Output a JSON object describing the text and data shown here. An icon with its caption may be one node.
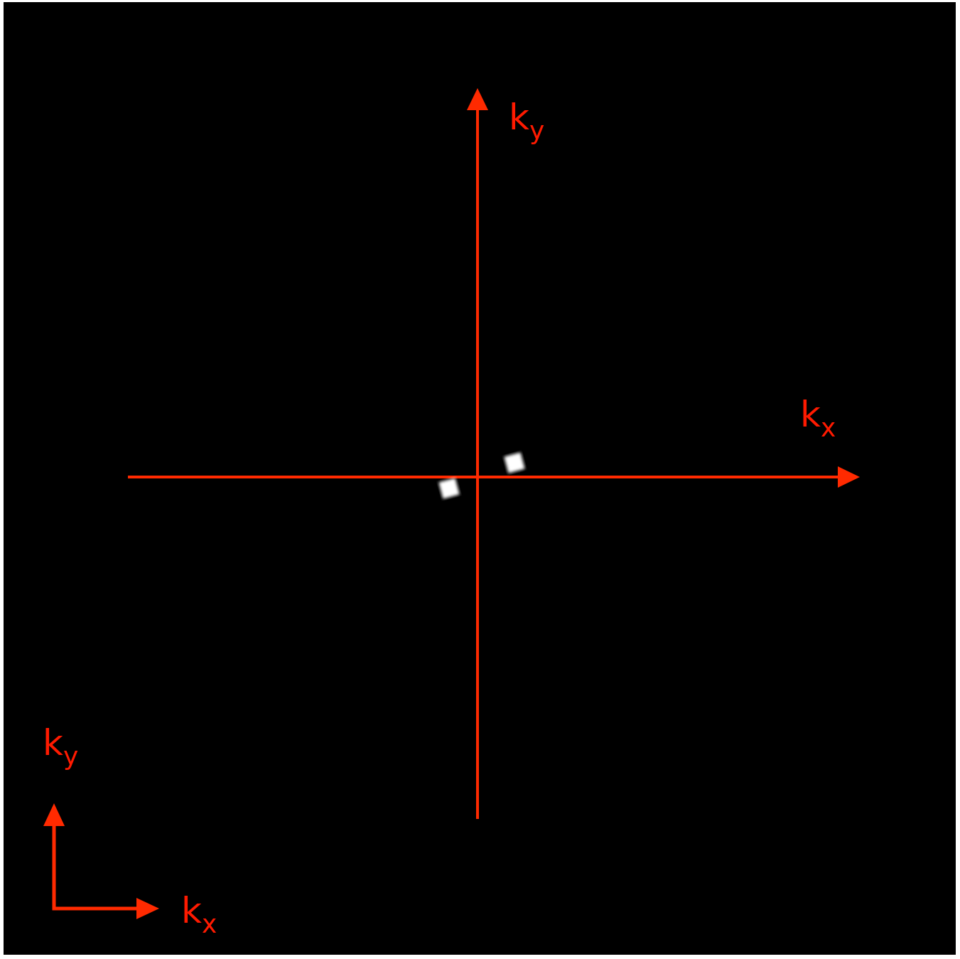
{
  "diagram": {
    "labels": [
      "k$_{y}$",
      "k$_{x}$",
      "k$_{y}$",
      "k$_{x}$"
    ]
  }
}
